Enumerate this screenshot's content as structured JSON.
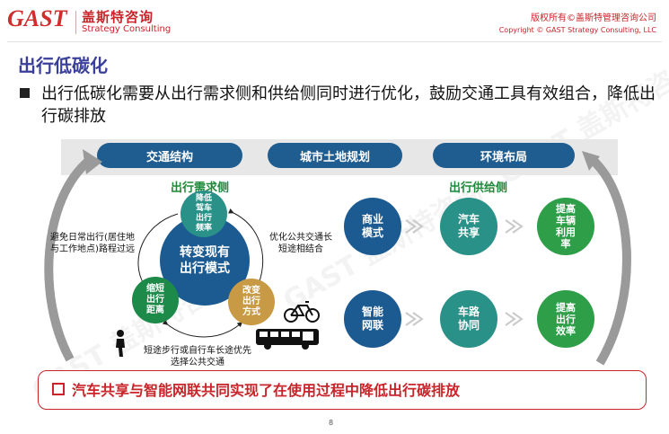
{
  "header": {
    "logo_text": "GAST",
    "company_cn": "盖斯特咨询",
    "company_en": "Strategy Consulting",
    "copyright_cn": "版权所有©盖斯特管理咨询公司",
    "copyright_en": "Copyright © GAST Strategy Consulting, LLC"
  },
  "title": "出行低碳化",
  "bullet": "出行低碳化需要从出行需求侧和供给侧同时进行优化，鼓励交通工具有效组合，降低出行碳排放",
  "pills": [
    "交通结构",
    "城市土地规划",
    "环境布局"
  ],
  "demand": {
    "label": "出行需求侧",
    "center": "转变现有出行模式",
    "top": "降低驾车出行频率",
    "left": "缩短出行距离",
    "right": "改变出行方式",
    "note_left": "避免日常出行(居住地与工作地点)路程过远",
    "note_right": "优化公共交通长短途相结合",
    "note_bottom": "短途步行或自行车长途优先选择公共交通"
  },
  "supply": {
    "label": "出行供给侧",
    "row1": [
      "商业模式",
      "汽车共享",
      "提高车辆利用率"
    ],
    "row2": [
      "智能网联",
      "车路协同",
      "提高出行效率"
    ]
  },
  "callout": "汽车共享与智能网联共同实现了在使用过程中降低出行碳排放",
  "page_number": "8",
  "watermark": "GAST 盖斯特咨询",
  "colors": {
    "brand_red": "#c8242a",
    "title_blue": "#3a3f9a",
    "navy": "#1c5b91",
    "teal": "#2a9189",
    "green": "#1d8a4a"
  }
}
